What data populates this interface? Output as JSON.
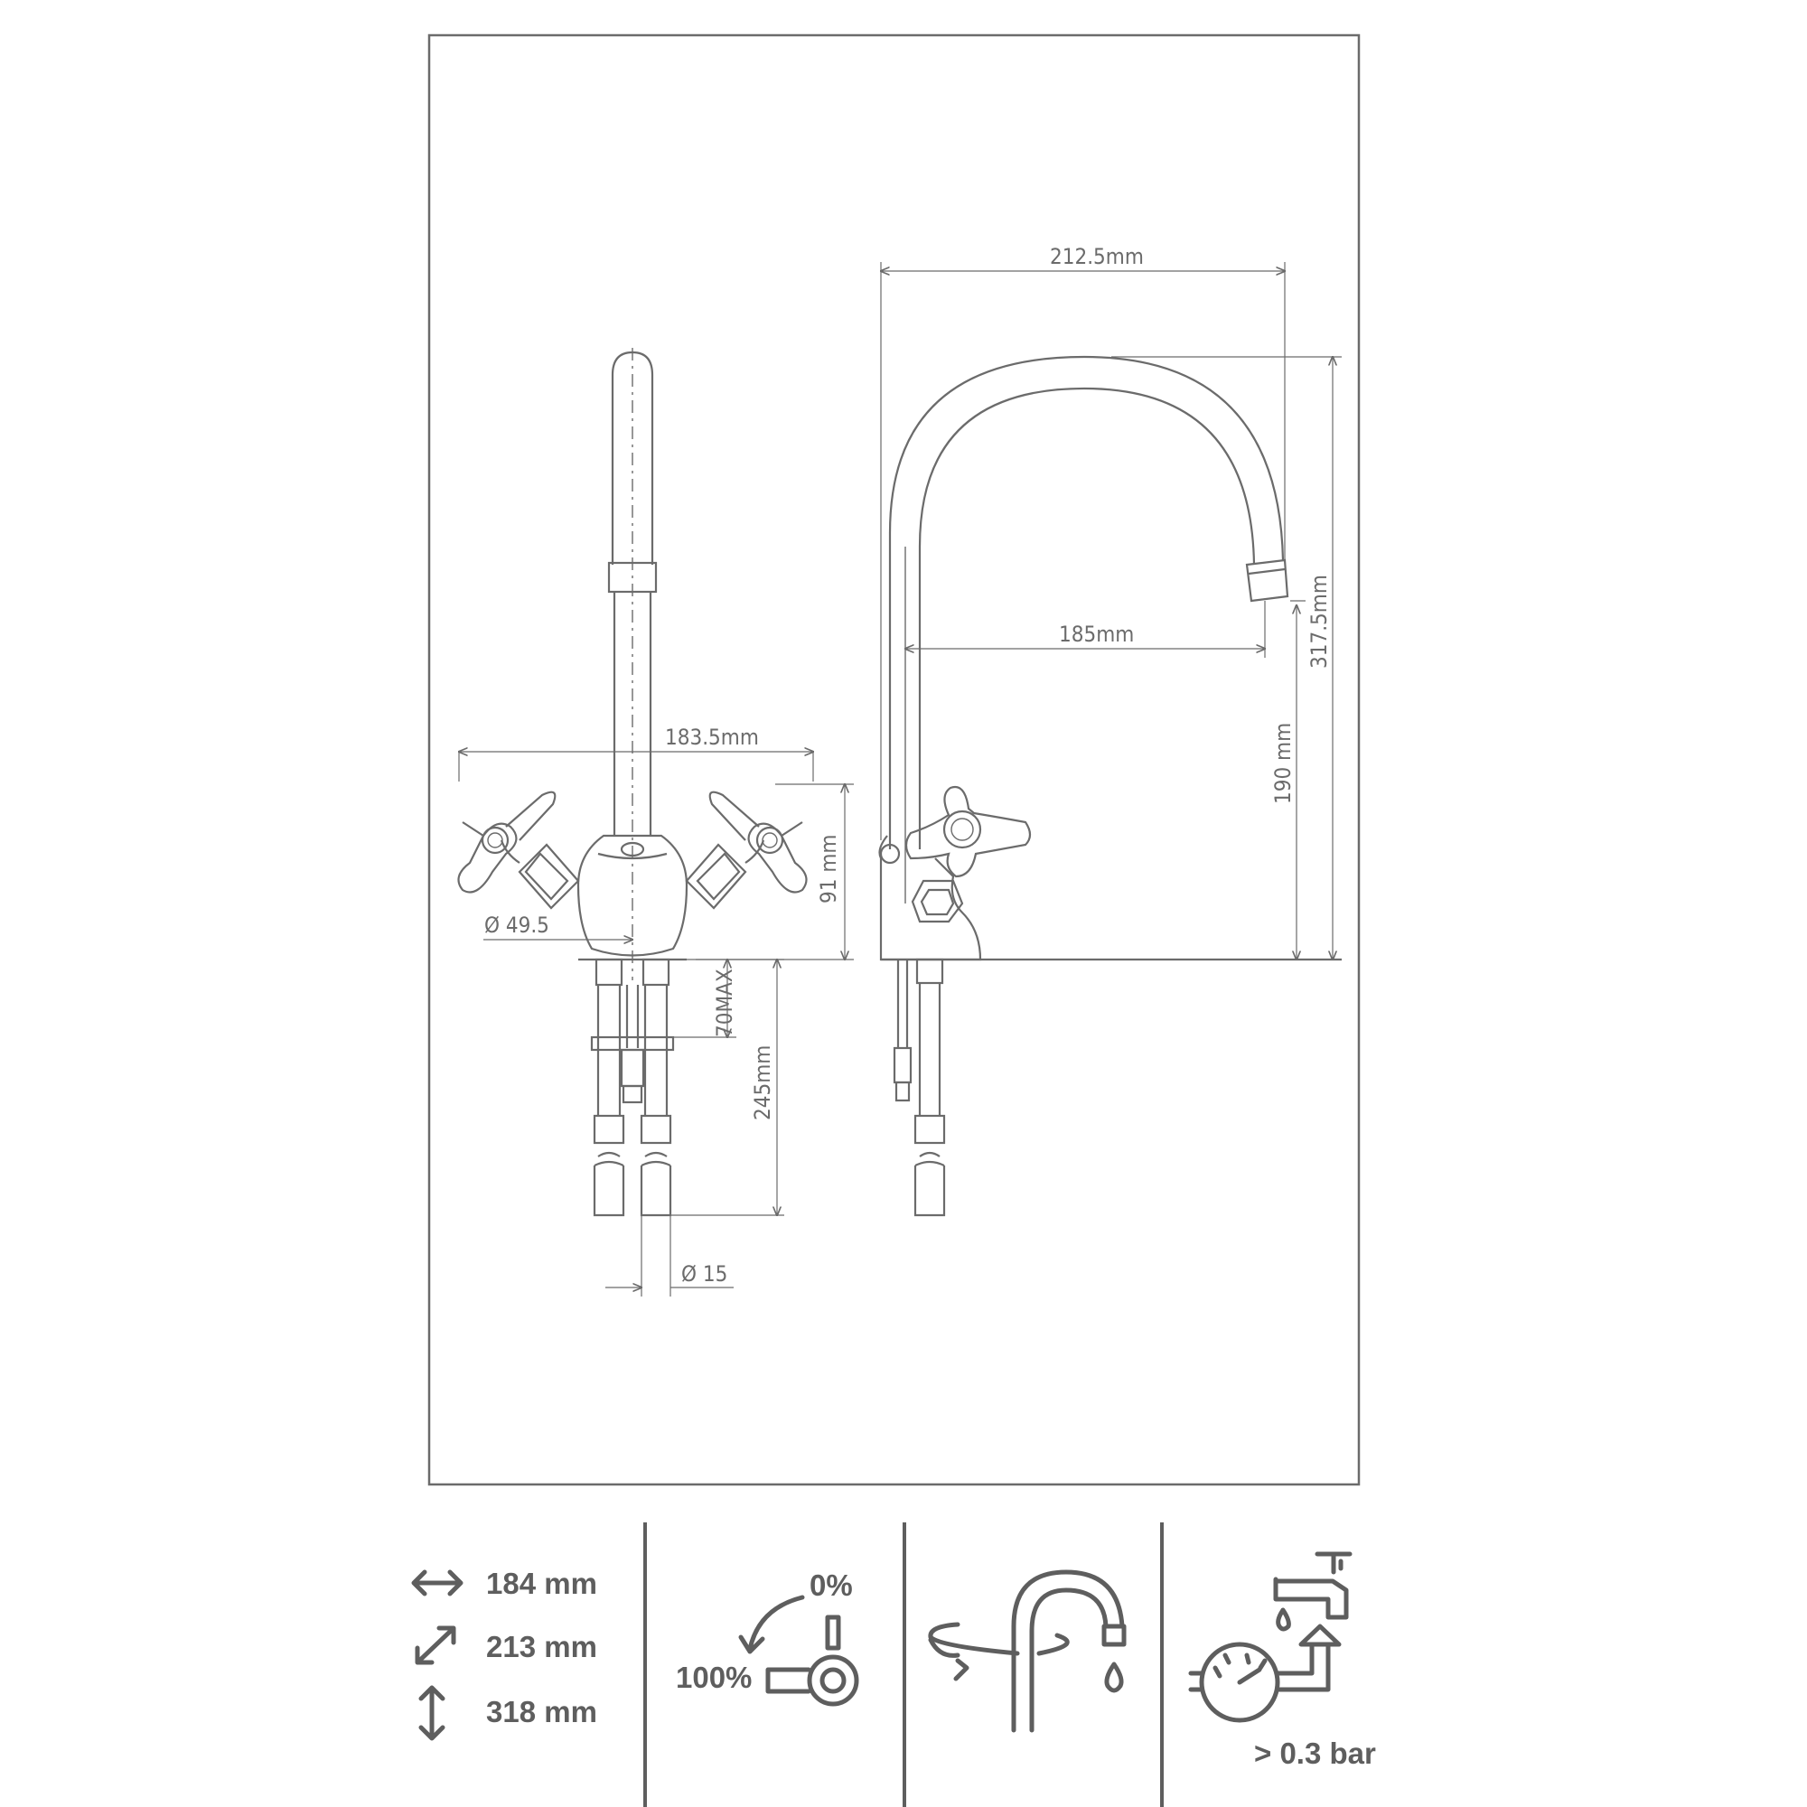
{
  "drawing": {
    "front_view": {
      "width_label": "183.5mm",
      "height_label": "91 mm",
      "base_diameter_label": "Ø 49.5",
      "max_thickness_label": "70MAX",
      "hose_length_label": "245mm",
      "hose_diameter_label": "Ø 15"
    },
    "side_view": {
      "reach_label": "212.5mm",
      "spout_reach_label": "185mm",
      "total_height_label": "317.5mm",
      "outlet_height_label": "190 mm"
    }
  },
  "specs": {
    "width": "184 mm",
    "depth": "213 mm",
    "height": "318 mm",
    "lever_closed": "0%",
    "lever_open": "100%",
    "pressure": "> 0.3 bar",
    "icons": [
      "horizontal-arrow-icon",
      "diagonal-arrow-icon",
      "vertical-arrow-icon",
      "lever-rotation-icon",
      "swivel-spout-icon",
      "pressure-gauge-icon"
    ]
  }
}
